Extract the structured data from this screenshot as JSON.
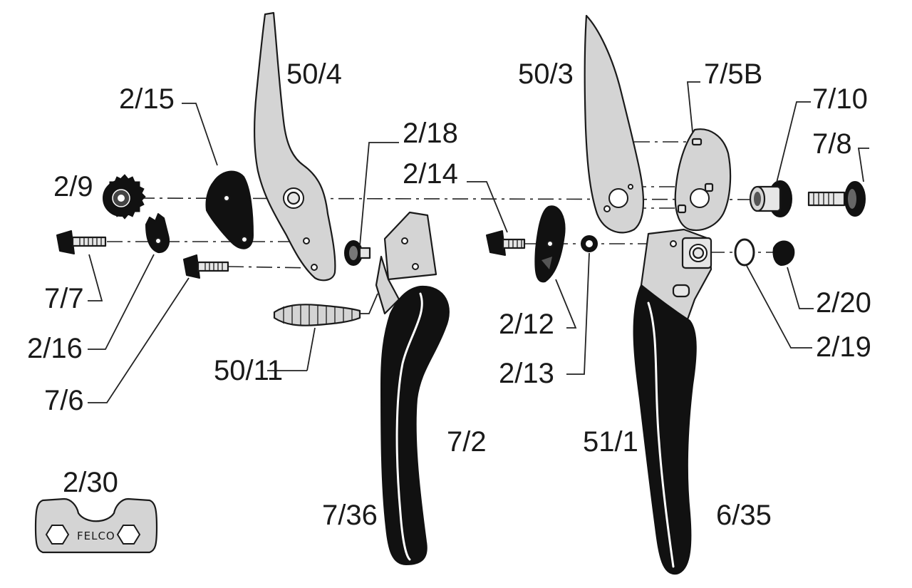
{
  "labels": {
    "p50_4": "50/4",
    "p2_15": "2/15",
    "p2_9": "2/9",
    "p7_7": "7/7",
    "p2_16": "2/16",
    "p7_6": "7/6",
    "p2_18": "2/18",
    "p2_14": "2/14",
    "p50_11": "50/11",
    "p50_3": "50/3",
    "p7_5B": "7/5B",
    "p7_10": "7/10",
    "p7_8": "7/8",
    "p2_12": "2/12",
    "p2_13": "2/13",
    "p2_20": "2/20",
    "p2_19": "2/19",
    "p7_2": "7/2",
    "p51_1": "51/1",
    "p7_36": "7/36",
    "p6_35": "6/35",
    "p2_30": "2/30"
  },
  "stamp": "FELCO",
  "colors": {
    "ink": "#1a1a1a",
    "metal": "#d4d4d4",
    "grip": "#111111"
  }
}
